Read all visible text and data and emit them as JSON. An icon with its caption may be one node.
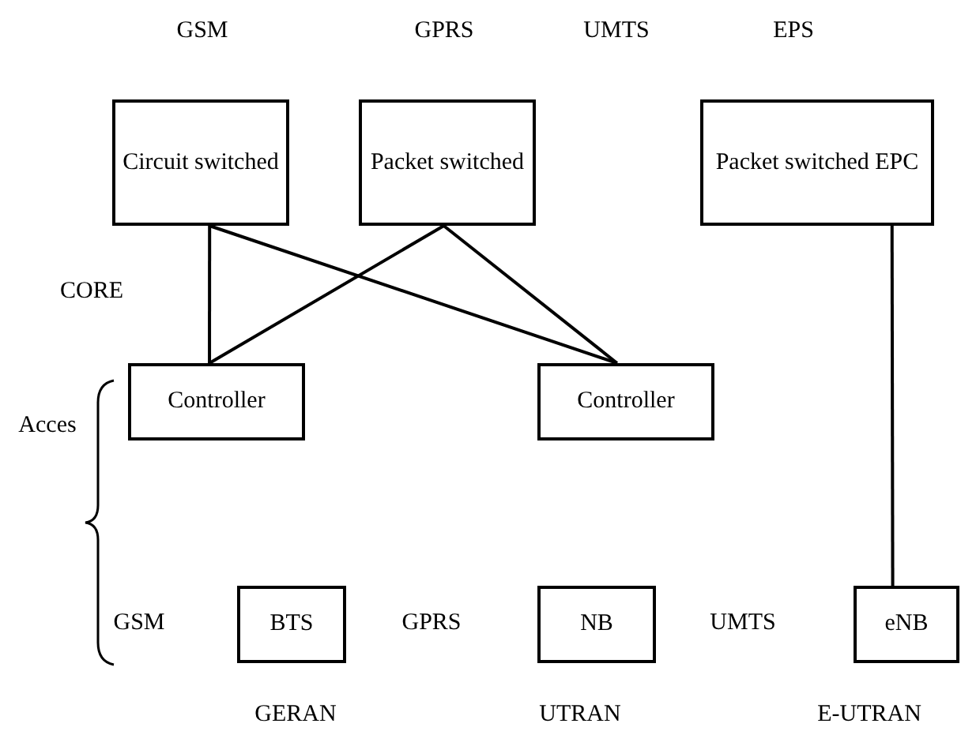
{
  "diagram": {
    "nodes": [
      {
        "text": [
          "Circuit switched"
        ]
      },
      {
        "text": [
          "Packet switched"
        ]
      },
      {
        "text": [
          "Packet switched EPC"
        ]
      },
      {
        "text": [
          "Controller"
        ]
      },
      {
        "text": [
          "Controller"
        ]
      },
      {
        "text": [
          "BTS"
        ]
      },
      {
        "text": [
          "NB"
        ]
      },
      {
        "text": [
          "eNB"
        ]
      }
    ],
    "edges": [
      {
        "from": 0,
        "to": 3,
        "arrow": "none"
      },
      {
        "from": 0,
        "to": 4,
        "arrow": "none"
      },
      {
        "from": 1,
        "to": 3,
        "arrow": "none"
      },
      {
        "from": 1,
        "to": 4,
        "arrow": "none"
      },
      {
        "from": 2,
        "to": 7,
        "arrow": "none"
      }
    ],
    "labels": [
      "GSM",
      "GPRS",
      "UMTS",
      "EPS",
      "CORE",
      "Acces",
      "GSM",
      "GPRS",
      "UMTS",
      "GERAN",
      "UTRAN",
      "E-UTRAN"
    ]
  }
}
